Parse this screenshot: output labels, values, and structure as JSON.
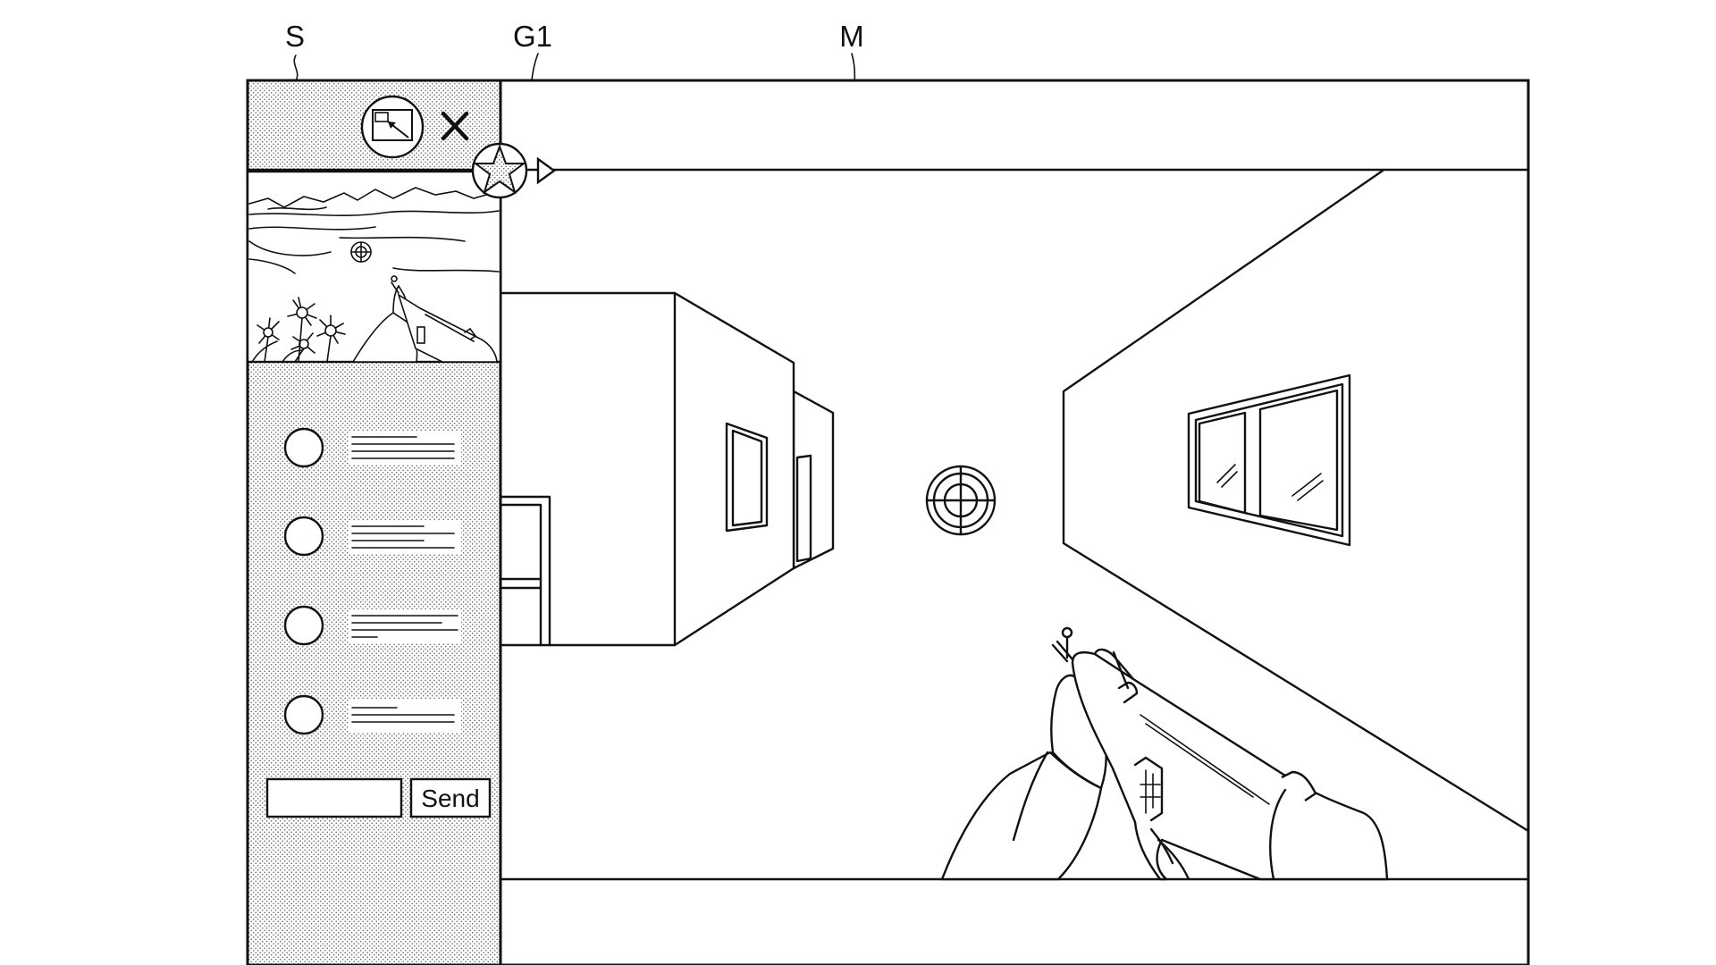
{
  "reference_labels": {
    "sub_screen": "S",
    "marker": "G1",
    "main_screen": "M"
  },
  "sub_screen": {
    "send_button_label": "Send",
    "chat_input_value": "",
    "chat_message_count": 4,
    "toolbar_icons": [
      "swap-screen-icon",
      "close-icon"
    ],
    "preview_content": "outdoor-field-scene"
  },
  "marker_icon": "star-icon",
  "collapse_arrow_icon": "triangle-right-icon",
  "main_screen": {
    "scene": "corridor-first-person-view",
    "crosshair_icon": "crosshair-icon"
  }
}
